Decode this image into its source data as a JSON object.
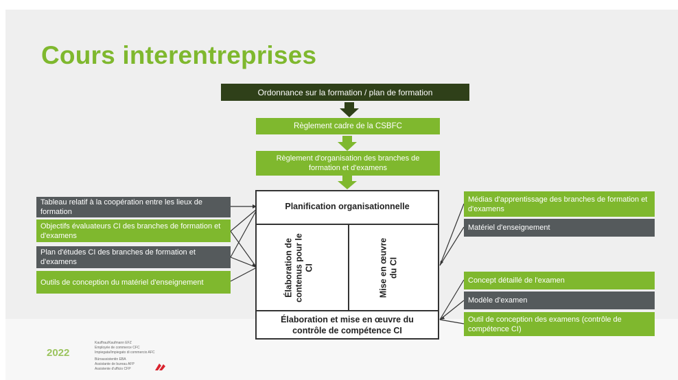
{
  "slide": {
    "title": "Cours interentreprises"
  },
  "flow": {
    "top": "Ordonnance sur la formation / plan de formation",
    "step1": "Règlement cadre de la CSBFC",
    "step2": "Règlement d'organisation des branches de formation et d'examens"
  },
  "center": {
    "planning": "Planification organisationnelle",
    "elaboration": "Élaboration de contenus pour le CI",
    "implementation": "Mise en œuvre du CI",
    "control": "Élaboration et mise en œuvre du contrôle de compétence CI"
  },
  "left_inputs": [
    {
      "label": "Tableau relatif à la coopération entre les lieux de formation",
      "kind": "grey"
    },
    {
      "label": "Objectifs évaluateurs CI des branches de formation et d'examens",
      "kind": "green"
    },
    {
      "label": "Plan d'études CI des branches de formation et d'examens",
      "kind": "grey"
    },
    {
      "label": "Outils de conception du matériel d'enseignement",
      "kind": "green"
    }
  ],
  "right_top": [
    {
      "label": "Médias d'apprentissage des branches de formation et d'examens",
      "kind": "green"
    },
    {
      "label": "Matériel d'enseignement",
      "kind": "grey"
    }
  ],
  "right_bottom": [
    {
      "label": "Concept détaillé de l'examen",
      "kind": "green"
    },
    {
      "label": "Modèle d'examen",
      "kind": "grey"
    },
    {
      "label": "Outil de conception des examens (contrôle de compétence CI)",
      "kind": "green"
    }
  ],
  "footer": {
    "year": "2022",
    "lines": [
      "Kauffrau/Kaufmann EFZ",
      "Employée de commerce CFC",
      "Impiegata/Impiegato di commercio AFC",
      "Büroassistentin EBA",
      "Assistante de bureau AFP",
      "Assistente d'ufficio CFP"
    ]
  },
  "colors": {
    "green": "#7fb82e",
    "dark_green": "#2f4019",
    "grey": "#555a5c",
    "background": "#efefef"
  }
}
